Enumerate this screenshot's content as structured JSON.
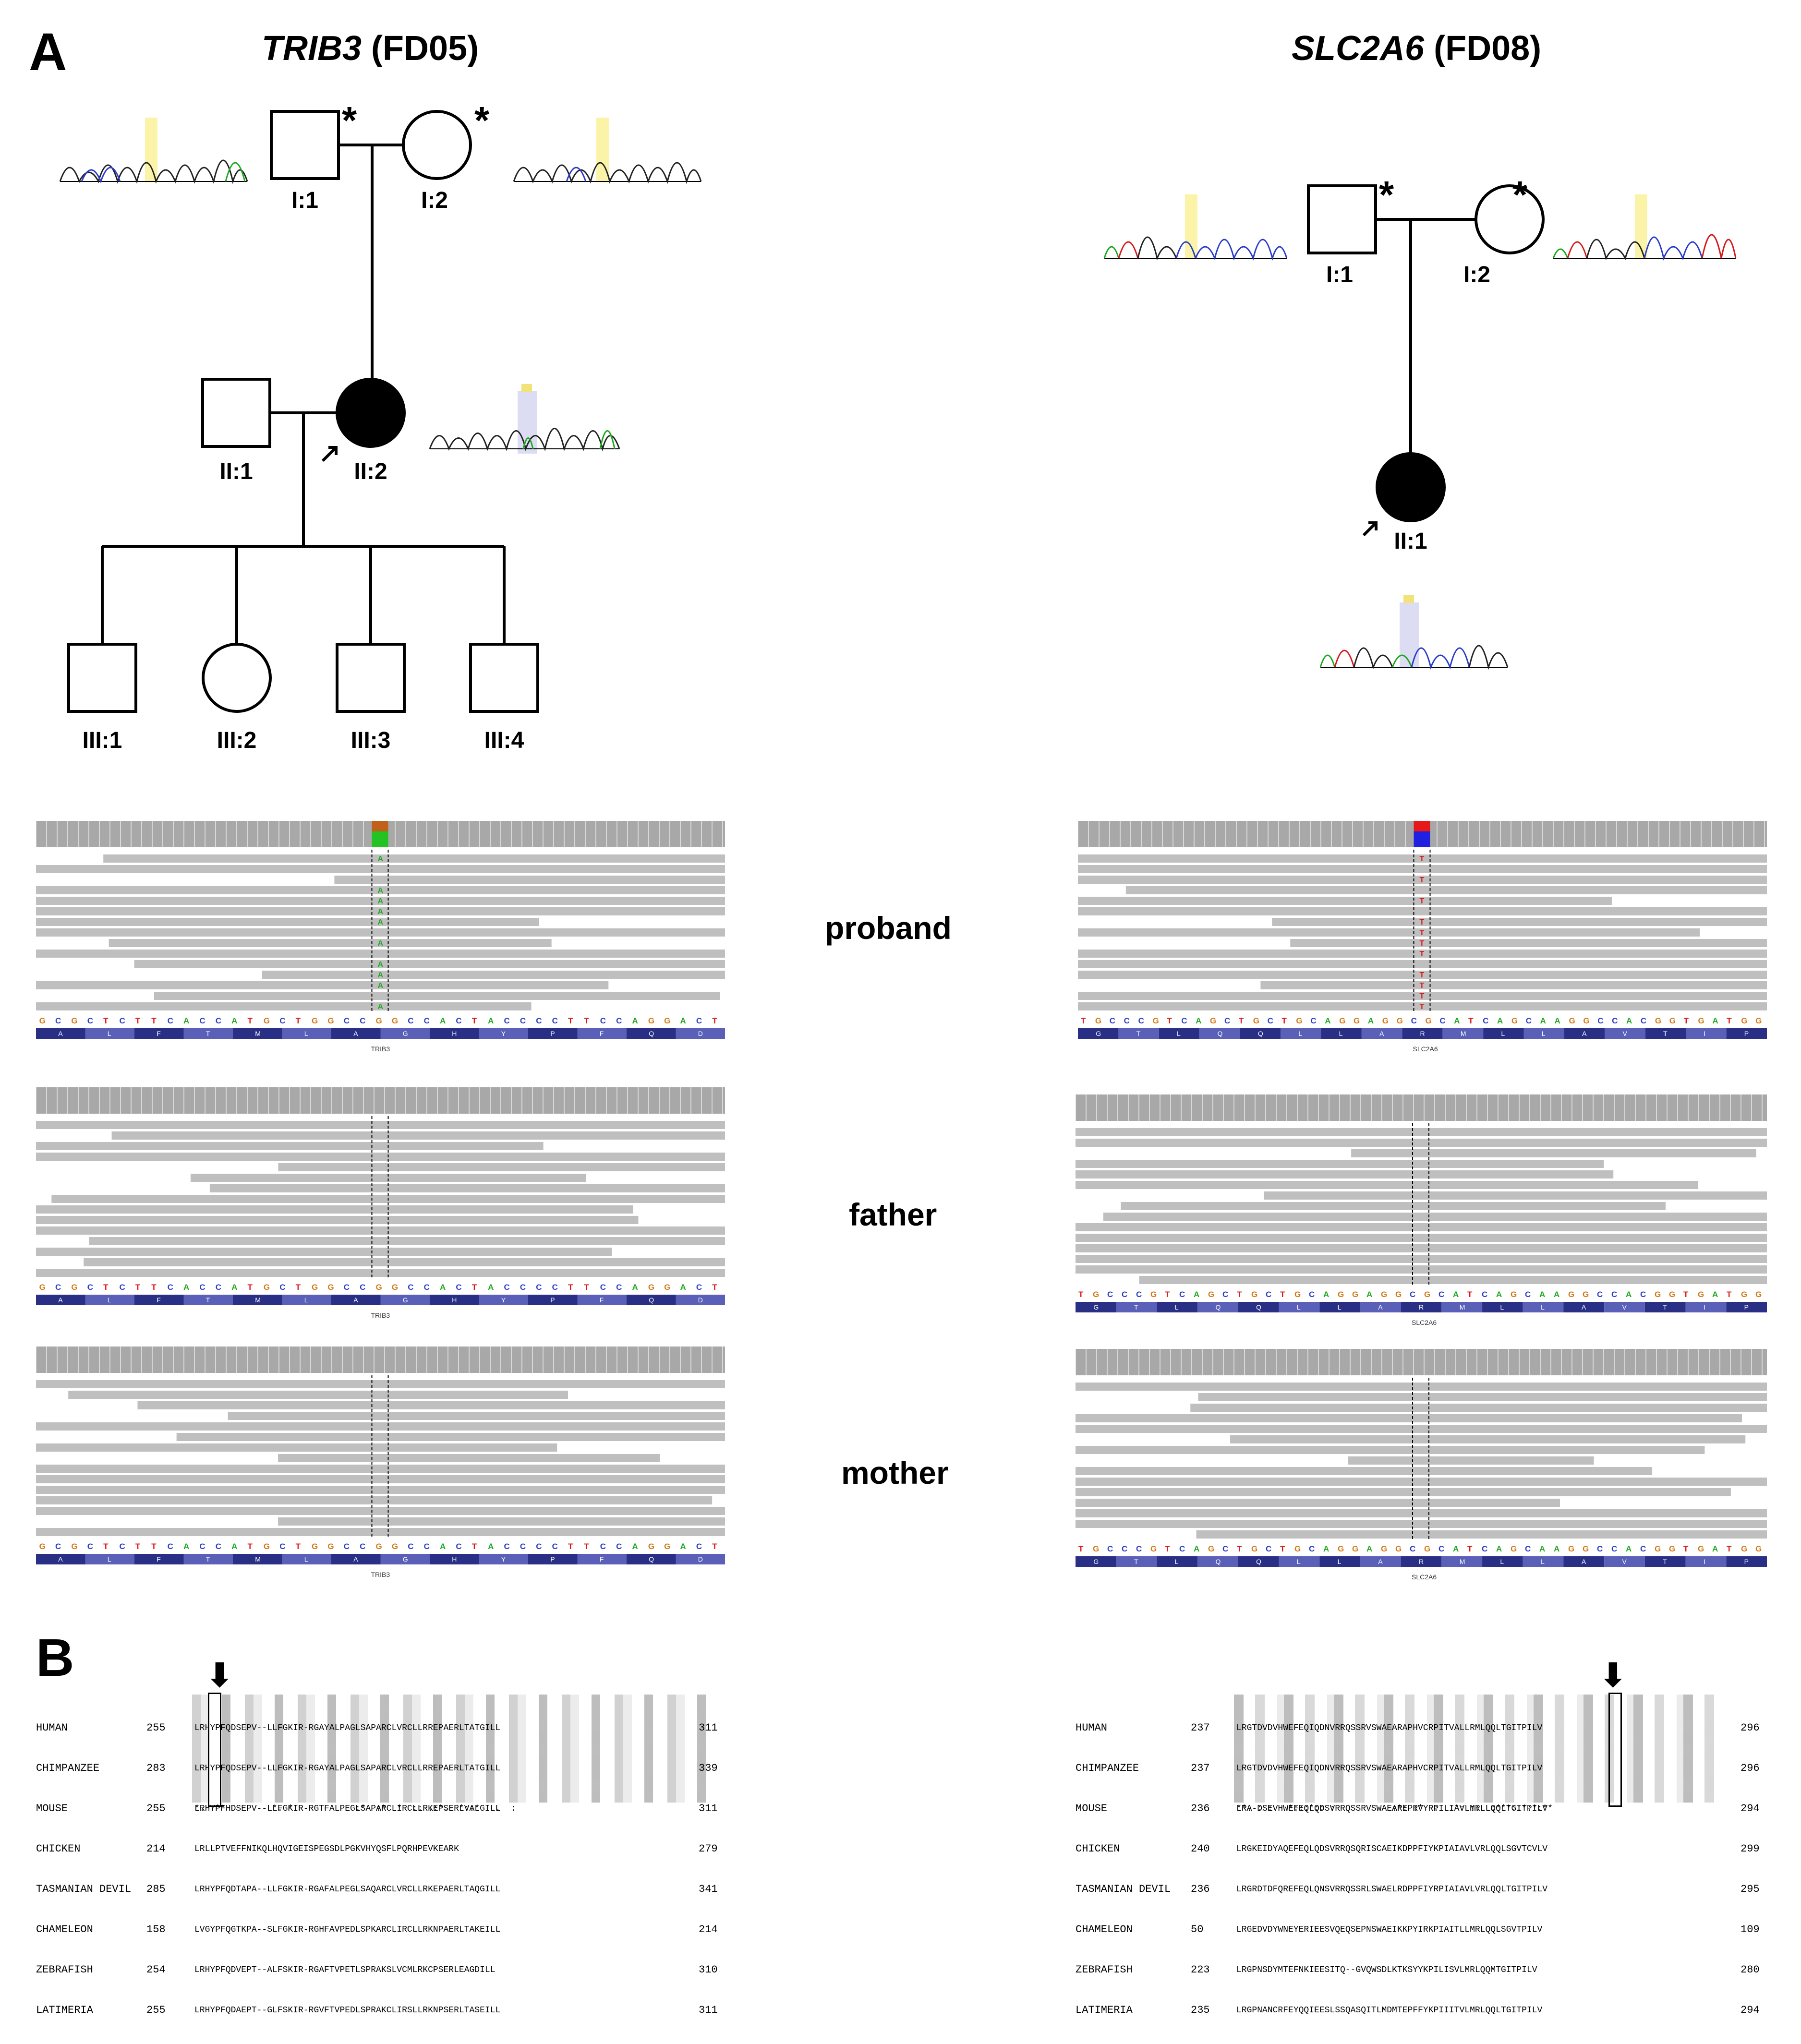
{
  "panels": {
    "a_label": "A",
    "b_label": "B"
  },
  "families": {
    "left": {
      "gene": "TRIB3",
      "family_id": "(FD05)"
    },
    "right": {
      "gene": "SLC2A6",
      "family_id": "(FD08)"
    }
  },
  "pedigree_left": {
    "star": "*",
    "labels": {
      "I1": "I:1",
      "I2": "I:2",
      "II1": "II:1",
      "II2": "II:2",
      "III1": "III:1",
      "III2": "III:2",
      "III3": "III:3",
      "III4": "III:4"
    }
  },
  "pedigree_right": {
    "star": "*",
    "labels": {
      "I1": "I:1",
      "I2": "I:2",
      "II1": "II:1"
    }
  },
  "rows": {
    "proband": "proband",
    "father": "father",
    "mother": "mother"
  },
  "alignment_left": {
    "species": [
      "HUMAN",
      "CHIMPANZEE",
      "MOUSE",
      "CHICKEN",
      "TASMANIAN DEVIL",
      "CHAMELEON",
      "ZEBRAFISH",
      "LATIMERIA"
    ],
    "start": [
      "255",
      "283",
      "255",
      "214",
      "285",
      "158",
      "254",
      "255"
    ],
    "seq": [
      "LRHYPFQDSEPV--LLFGKIR-RGAYALPAGLSAPARCLVRCLLRREPAERLTATGILL",
      "LRHYPFQDSEPV--LLFGKIR-RGAYALPAGLSAPARCLVRCLLRREPAERLTATGILL",
      "LRHYPFHDSEPV--LLFGKIR-RGTFALPEGLSAPARCLIRCLLRKEPSERLVALGILL",
      "LRLLPTVEFFNIKQLHQVIGEISPEGSDLPGKVHYQSFLPQRHPEVKEARK",
      "LRHYPFQDTAPA--LLFGKIR-RGAFALPEGLSAQARCLVRCLLRKEPAERLTAQGILL",
      "LVGYPFQGTKPA--SLFGKIR-RGHFAVPEDLSPKARCLIRCLLRKNPAERLTAKEILL",
      "LRHYPFQDVEPT--ALFSKIR-RGAFTVPETLSPRAKSLVCMLRKCPSERLEAGDILL",
      "LRHYPFQDAEPT--GLFSKIR-RGVFTVPEDLSPRAKCLIRSLLRKNPSERLTASEILL"
    ],
    "end": [
      "311",
      "339",
      "311",
      "279",
      "341",
      "214",
      "310",
      "311"
    ],
    "consensus": "*.  **         *. *:           :*  :*  *  :: .:*.  *::*   .  :"
  },
  "alignment_right": {
    "species": [
      "HUMAN",
      "CHIMPANZEE",
      "MOUSE",
      "CHICKEN",
      "TASMANIAN DEVIL",
      "CHAMELEON",
      "ZEBRAFISH",
      "LATIMERIA"
    ],
    "start": [
      "237",
      "237",
      "236",
      "240",
      "236",
      "50",
      "223",
      "235"
    ],
    "seq": [
      "LRGTDVDVHWEFEQIQDNVRRQSSRVSWAEARAPHVCRPITVALLRMLQQLTGITPILV",
      "LRGTDVDVHWEFEQIQDNVRRQSSRVSWAEARAPHVCRPITVALLRMLQQLTGITPILV",
      "LRA-DSEVHWEFEQLQDSVRRQSSRVSWAEAREPRVYRPILIAVLMRLLQQLTGITPILV",
      "LRGKEIDYAQEFEQLQDSVRRQSQRISCAEIKDPPFIYKPIAIAVLVRLQQLSGVTCVLV",
      "LRGRDTDFQREFEQLQNSVRRQSSRLSWAELRDPPFIYRPIAIAVLVRLQQLTGITPILV",
      "LRGEDVDYWNEYERIEESVQEQSEPNSWAEIKKPYIRKPIAITLLMRLQQLSGVTPILV",
      "LRGPNSDYMTEFNKIEESITQ--GVQWSDLKTKSYYKPILISVLMRLQQMTGITPILV",
      "LRGPNANCRFEYQQIEESLSSQASQITLMDMTEPFFYKPIIITVLMRLQQLTGITPILV"
    ],
    "end": [
      "296",
      "296",
      "294",
      "299",
      "295",
      "109",
      "280",
      "294"
    ],
    "consensus": "**. : :   *:::*:: :           :*: :*  :  :*: ::  :***::*:*:**"
  },
  "tracks": {
    "left_seq": "GCGCTCTTCACCATGCTGGCCGGCCACTACCCCTTCCAGGACT",
    "left_aa": [
      "A",
      "L",
      "F",
      "T",
      "M",
      "L",
      "A",
      "G",
      "H",
      "Y",
      "P",
      "F",
      "Q",
      "D"
    ],
    "left_gene": "TRIB3",
    "right_seq": "TGCCCGTCAGCTGCTGCAGGAGGCGCATCAGCAAGGCCACGGTGATGG",
    "right_aa": [
      "G",
      "T",
      "L",
      "Q",
      "Q",
      "L",
      "L",
      "A",
      "R",
      "M",
      "L",
      "L",
      "A",
      "V",
      "T",
      "I",
      "P"
    ],
    "right_gene": "SLC2A6"
  },
  "colors": {
    "base_A": "#1fa81f",
    "base_C": "#2b3cc9",
    "base_G": "#d17a1a",
    "base_T": "#d61a1a",
    "read_gray": "#bfbfbf",
    "aa_dark": "#2a2f86",
    "aa_light": "#5a5fb8"
  }
}
